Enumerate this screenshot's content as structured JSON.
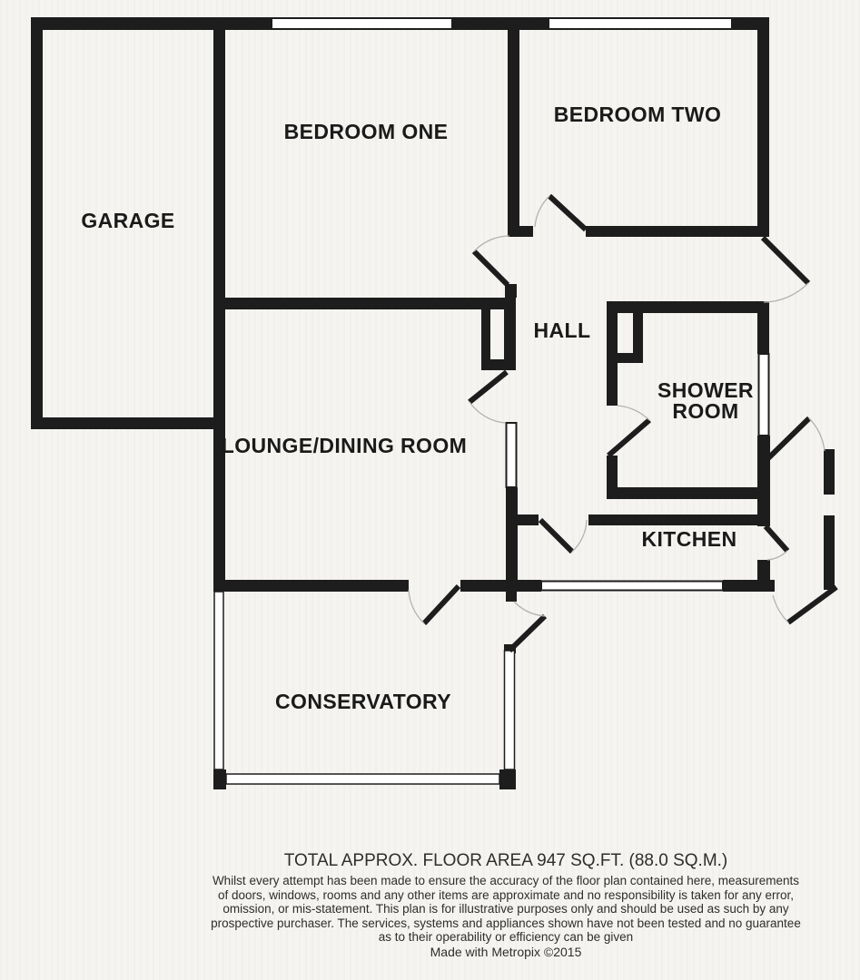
{
  "plan": {
    "rooms": {
      "garage": "GARAGE",
      "bedroom_one": "BEDROOM ONE",
      "bedroom_two": "BEDROOM TWO",
      "hall": "HALL",
      "shower_room_line1": "SHOWER",
      "shower_room_line2": "ROOM",
      "lounge": "LOUNGE/DINING ROOM",
      "kitchen": "KITCHEN",
      "conservatory": "CONSERVATORY"
    }
  },
  "footer": {
    "total_area": "TOTAL APPROX. FLOOR AREA 947 SQ.FT. (88.0 SQ.M.)",
    "disclaimer_lines": [
      "Whilst every attempt has been made to ensure the accuracy of the floor plan contained here, measurements",
      "of doors, windows, rooms and any other items are approximate and no responsibility is taken for any error,",
      "omission, or mis-statement. This plan is for illustrative purposes only and should be used as such by any",
      "prospective purchaser. The services, systems and appliances shown have not been tested and no guarantee",
      "as to their operability or efficiency can be given"
    ],
    "credit": "Made with Metropix ©2015"
  },
  "colors": {
    "wall": "#1d1d1d",
    "background": "#f5f4f0",
    "door_arc": "#b3b3b3",
    "label_text": "#1a1a1a",
    "footer_text": "#2e2e2e",
    "window_fill": "#ffffff"
  }
}
